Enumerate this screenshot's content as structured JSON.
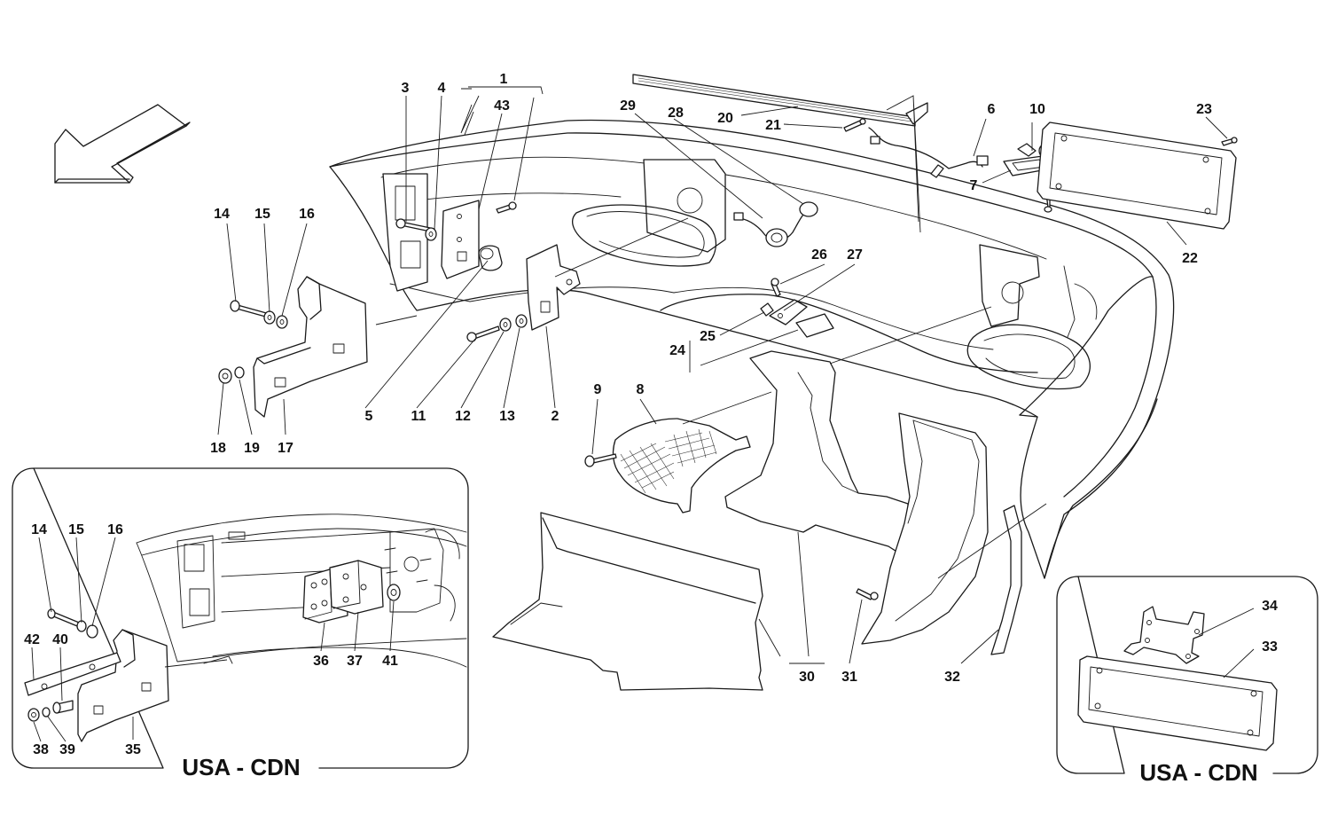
{
  "labels": {
    "p1": "1",
    "p2": "2",
    "p3": "3",
    "p4": "4",
    "p5": "5",
    "p6": "6",
    "p7": "7",
    "p8": "8",
    "p9": "9",
    "p10": "10",
    "p11": "11",
    "p12": "12",
    "p13": "13",
    "p14": "14",
    "p15": "15",
    "p16": "16",
    "p17": "17",
    "p18": "18",
    "p19": "19",
    "p20": "20",
    "p21": "21",
    "p22": "22",
    "p23": "23",
    "p24": "24",
    "p25": "25",
    "p26": "26",
    "p27": "27",
    "p28": "28",
    "p29": "29",
    "p30": "30",
    "p31": "31",
    "p32": "32",
    "p33": "33",
    "p34": "34",
    "p35": "35",
    "p36": "36",
    "p37": "37",
    "p38": "38",
    "p39": "39",
    "p40": "40",
    "p41": "41",
    "p42": "42",
    "p43": "43"
  },
  "insets": {
    "left_title": "USA - CDN",
    "right_title": "USA - CDN"
  }
}
